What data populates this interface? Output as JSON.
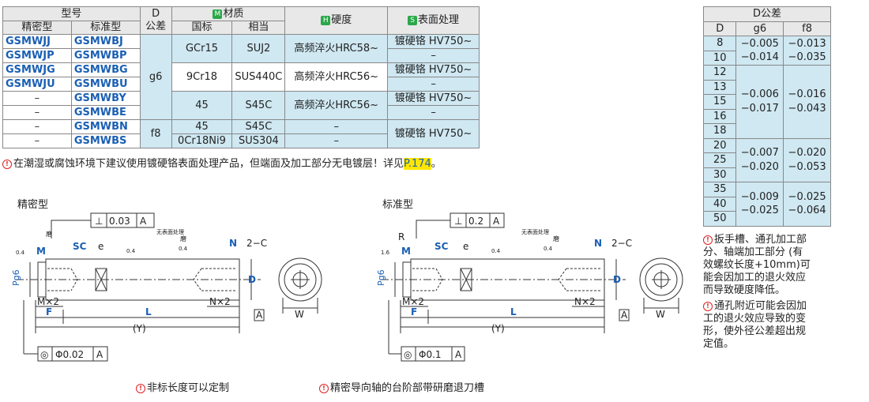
{
  "spec_table": {
    "headers": {
      "model": "型号",
      "precision": "精密型",
      "standard": "标准型",
      "d_tol_line1": "D",
      "d_tol_line2": "公差",
      "material_badge": "M",
      "material": "材质",
      "gb": "国标",
      "equiv": "相当",
      "hardness_badge": "H",
      "hardness": "硬度",
      "surface_badge": "S",
      "surface": "表面处理"
    },
    "rows": [
      {
        "precision": "GSMWJJ",
        "standard": "GSMWBJ",
        "coat": "镀硬铬 HV750~"
      },
      {
        "precision": "GSMWJP",
        "standard": "GSMWBP",
        "coat": "–"
      },
      {
        "precision": "GSMWJG",
        "standard": "GSMWBG",
        "coat": "镀硬铬 HV750~"
      },
      {
        "precision": "GSMWJU",
        "standard": "GSMWBU",
        "coat": "–"
      },
      {
        "precision": "–",
        "standard": "GSMWBY",
        "coat": "镀硬铬 HV750~"
      },
      {
        "precision": "–",
        "standard": "GSMWBE",
        "coat": "–"
      },
      {
        "precision": "–",
        "standard": "GSMWBN"
      },
      {
        "precision": "–",
        "standard": "GSMWBS"
      }
    ],
    "groups": [
      {
        "gb": "GCr15",
        "equiv": "SUJ2",
        "hardness": "高频淬火HRC58~"
      },
      {
        "gb": "9Cr18",
        "equiv": "SUS440C",
        "hardness": "高频淬火HRC56~"
      },
      {
        "gb": "45",
        "equiv": "S45C",
        "hardness": "高频淬火HRC56~"
      },
      {
        "gb": "45",
        "equiv": "S45C",
        "hardness": "–"
      },
      {
        "gb": "0Cr18Ni9",
        "equiv": "SUS304",
        "hardness": "–"
      }
    ],
    "tol_g6": "g6",
    "tol_f8": "f8",
    "coat_last": "镀硬铬 HV750~"
  },
  "note": {
    "text": "在潮湿或腐蚀环境下建议使用镀硬铬表面处理产品，但端面及加工部分无电镀层！详见",
    "link": "P.174",
    "end": "。"
  },
  "tol_table": {
    "title": "D公差",
    "col_d": "D",
    "col_g6": "g6",
    "col_f8": "f8",
    "d_values": [
      "8",
      "10",
      "12",
      "13",
      "15",
      "16",
      "18",
      "20",
      "25",
      "30",
      "35",
      "40",
      "50"
    ],
    "groups": [
      {
        "g6_upper": "−0.005",
        "g6_lower": "−0.014",
        "f8_upper": "−0.013",
        "f8_lower": "−0.035"
      },
      {
        "g6_upper": "−0.006",
        "g6_lower": "−0.017",
        "f8_upper": "−0.016",
        "f8_lower": "−0.043"
      },
      {
        "g6_upper": "−0.007",
        "g6_lower": "−0.020",
        "f8_upper": "−0.020",
        "f8_lower": "−0.053"
      },
      {
        "g6_upper": "−0.009",
        "g6_lower": "−0.025",
        "f8_upper": "−0.025",
        "f8_lower": "−0.064"
      }
    ]
  },
  "side_notes": [
    {
      "lines": [
        "扳手槽、通孔加工部",
        "分、轴端加工部分 (有",
        "效螺纹长度+10mm)可",
        "能会因加工的退火效应",
        "而导致硬度降低。"
      ]
    },
    {
      "lines": [
        "通孔附近可能会因加",
        "工的退火效应导致的变",
        "形，使外径公差超出规",
        "定值。"
      ]
    }
  ],
  "drawings": {
    "precision_title": "精密型",
    "standard_title": "标准型",
    "labels": {
      "perp_sym": "⊥",
      "perp_tol_precision": "0.03",
      "perp_tol_standard": "0.2",
      "datum": "A",
      "no_surface": "无表面处理",
      "grind": "磨",
      "roughness": "0.4",
      "roughness_alt": "1.6",
      "M": "M",
      "SC": "SC",
      "e": "e",
      "N": "N",
      "chamfer": "2−C",
      "D": "D",
      "Pg6": "Pg6",
      "Mx2": "M×2",
      "Nx2": "N×2",
      "F": "F",
      "L": "L",
      "Y": "(Y)",
      "W": "W",
      "R": "R",
      "conc_sym": "◎",
      "conc_precision": "Φ0.02",
      "conc_standard": "Φ0.1"
    }
  },
  "footer": {
    "note1": "非标长度可以定制",
    "note2": "精密导向轴的台阶部带研磨退刀槽"
  }
}
